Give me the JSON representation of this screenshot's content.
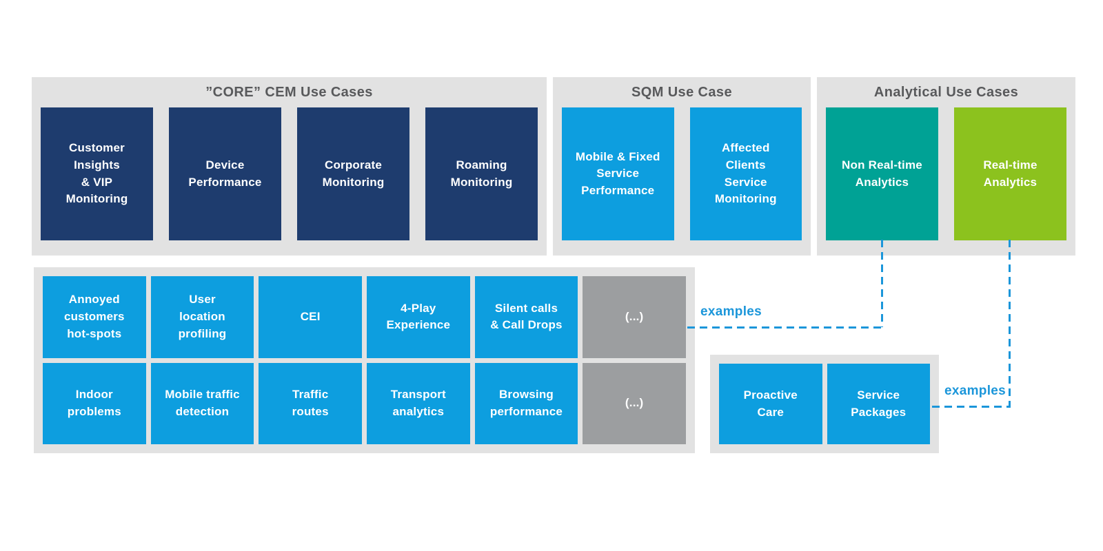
{
  "colors": {
    "accent_blue": "#1b96da",
    "navy": "#1e3c6e",
    "light_blue": "#0d9edf",
    "teal": "#00a295",
    "green": "#8cc21e",
    "gray_box": "#9c9ea0",
    "panel_background": "#e2e2e2",
    "header_text": "#58595b"
  },
  "top_panels": {
    "core": {
      "title": "”CORE” CEM Use Cases",
      "boxes": [
        {
          "label": "Customer\nInsights\n& VIP\nMonitoring"
        },
        {
          "label": "Device\nPerformance"
        },
        {
          "label": "Corporate\nMonitoring"
        },
        {
          "label": "Roaming\nMonitoring"
        }
      ]
    },
    "sqm": {
      "title": "SQM Use Case",
      "boxes": [
        {
          "label": "Mobile & Fixed\nService\nPerformance"
        },
        {
          "label": "Affected\nClients\nService\nMonitoring"
        }
      ]
    },
    "analytical": {
      "title": "Analytical Use Cases",
      "boxes": [
        {
          "label": "Non Real-time\nAnalytics"
        },
        {
          "label": "Real-time\nAnalytics"
        }
      ]
    }
  },
  "example_grid": {
    "row1": [
      {
        "label": "Annoyed\ncustomers\nhot-spots"
      },
      {
        "label": "User\nlocation\nprofiling"
      },
      {
        "label": "CEI"
      },
      {
        "label": "4-Play\nExperience"
      },
      {
        "label": "Silent calls\n& Call Drops"
      },
      {
        "label": "(...)"
      }
    ],
    "row2": [
      {
        "label": "Indoor\nproblems"
      },
      {
        "label": "Mobile traffic\ndetection"
      },
      {
        "label": "Traffic\nroutes"
      },
      {
        "label": "Transport\nanalytics"
      },
      {
        "label": "Browsing\nperformance"
      },
      {
        "label": "(...)"
      }
    ]
  },
  "care_panel": {
    "boxes": [
      {
        "label": "Proactive\nCare"
      },
      {
        "label": "Service\nPackages"
      }
    ]
  },
  "connectors": {
    "left_label": "examples",
    "right_label": "examples"
  }
}
